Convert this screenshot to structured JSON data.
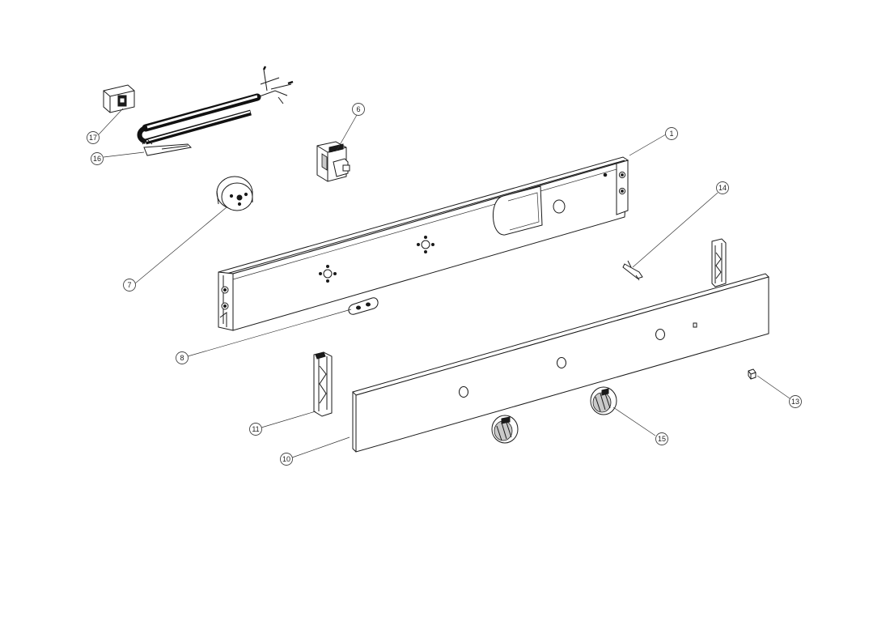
{
  "diagram": {
    "callouts": [
      {
        "id": "c1",
        "label": "1"
      },
      {
        "id": "c6",
        "label": "6"
      },
      {
        "id": "c7",
        "label": "7"
      },
      {
        "id": "c8",
        "label": "8"
      },
      {
        "id": "c10",
        "label": "10"
      },
      {
        "id": "c11",
        "label": "11"
      },
      {
        "id": "c13",
        "label": "13"
      },
      {
        "id": "c14",
        "label": "14"
      },
      {
        "id": "c15",
        "label": "15"
      },
      {
        "id": "c16",
        "label": "16"
      },
      {
        "id": "c17",
        "label": "17"
      }
    ]
  }
}
